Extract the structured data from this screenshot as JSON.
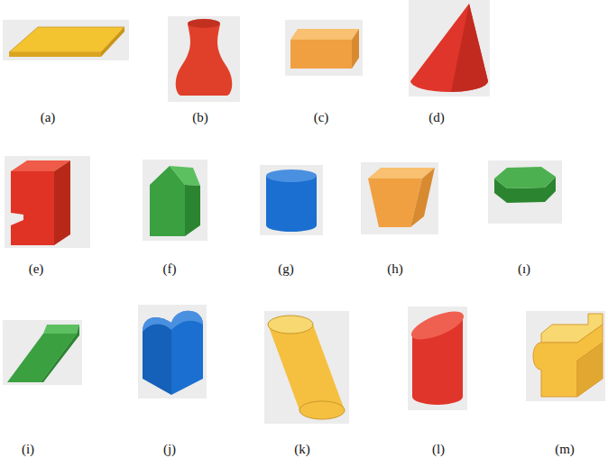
{
  "diagram": {
    "labels": [
      "(a)",
      "(b)",
      "(c)",
      "(d)",
      "(e)",
      "(f)",
      "(g)",
      "(h)",
      "(ı)",
      "(i)",
      "(j)",
      "(k)",
      "(l)",
      "(m)"
    ]
  }
}
